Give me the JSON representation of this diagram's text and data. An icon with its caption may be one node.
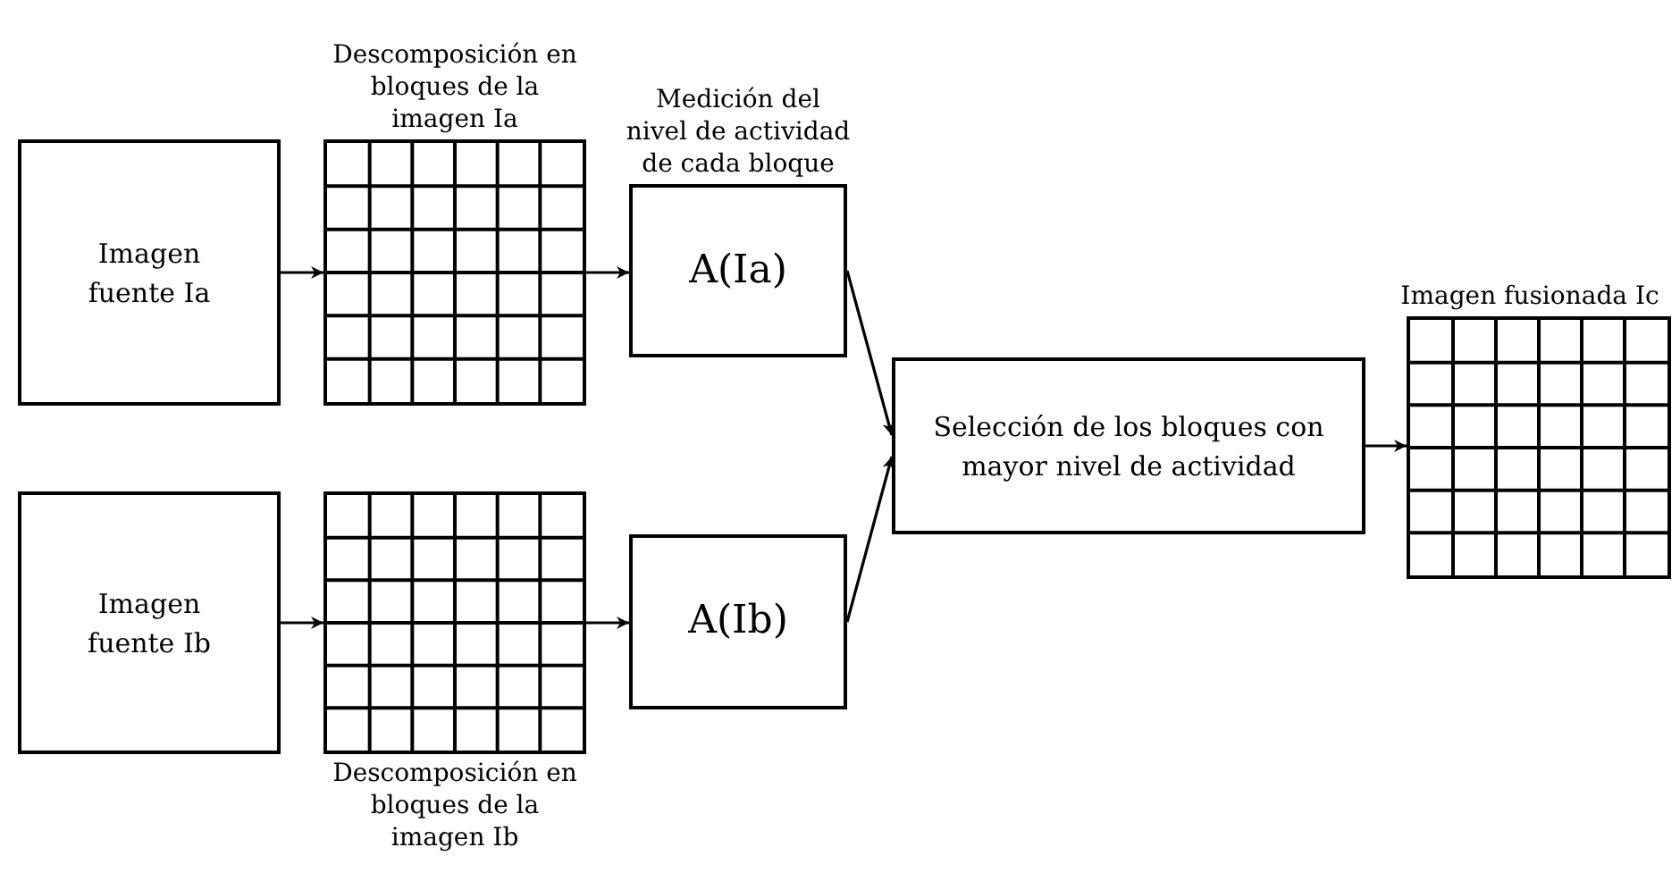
{
  "diagram": {
    "nodes": [
      {
        "text": [
          "Imagen fuente Ia"
        ]
      },
      {
        "text": [
          "Descomposición en bloques de la imagen Ia"
        ]
      },
      {
        "text": [
          "Medición del nivel de actividad de cada bloque",
          "A(Ia)"
        ]
      },
      {
        "text": [
          "Imagen fuente Ib"
        ]
      },
      {
        "text": [
          "Descomposición en bloques de la imagen Ib"
        ]
      },
      {
        "text": [
          "A(Ib)"
        ]
      },
      {
        "text": [
          "Selección de los bloques con mayor nivel de actividad"
        ]
      },
      {
        "text": [
          "Imagen fusionada Ic"
        ]
      }
    ],
    "edges": [
      {
        "from": 0,
        "to": 1,
        "arrow": "to"
      },
      {
        "from": 1,
        "to": 2,
        "arrow": "to"
      },
      {
        "from": 3,
        "to": 4,
        "arrow": "to"
      },
      {
        "from": 4,
        "to": 5,
        "arrow": "to"
      },
      {
        "from": 2,
        "to": 6,
        "arrow": "to"
      },
      {
        "from": 5,
        "to": 6,
        "arrow": "to"
      },
      {
        "from": 6,
        "to": 7,
        "arrow": "to"
      }
    ]
  }
}
